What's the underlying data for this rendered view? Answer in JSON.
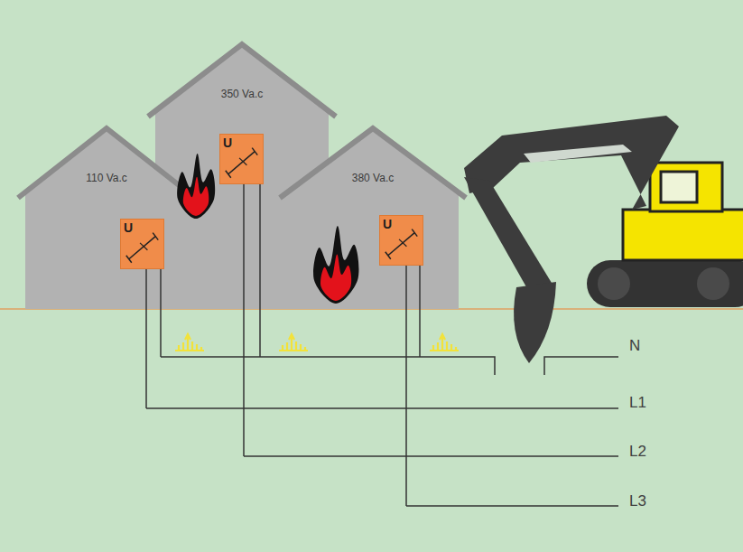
{
  "diagram": {
    "nodes": [
      {
        "text": [
          "110 Va.c"
        ]
      },
      {
        "text": [
          "U"
        ],
        "in": 0
      },
      {
        "text": [
          "350 Va.c"
        ]
      },
      {
        "text": [
          "U"
        ],
        "in": 2
      },
      {
        "text": [
          "380 Va.c"
        ]
      },
      {
        "text": [
          "U"
        ],
        "in": 4
      }
    ],
    "labels": [
      "N",
      "L1",
      "L2",
      "L3"
    ]
  }
}
